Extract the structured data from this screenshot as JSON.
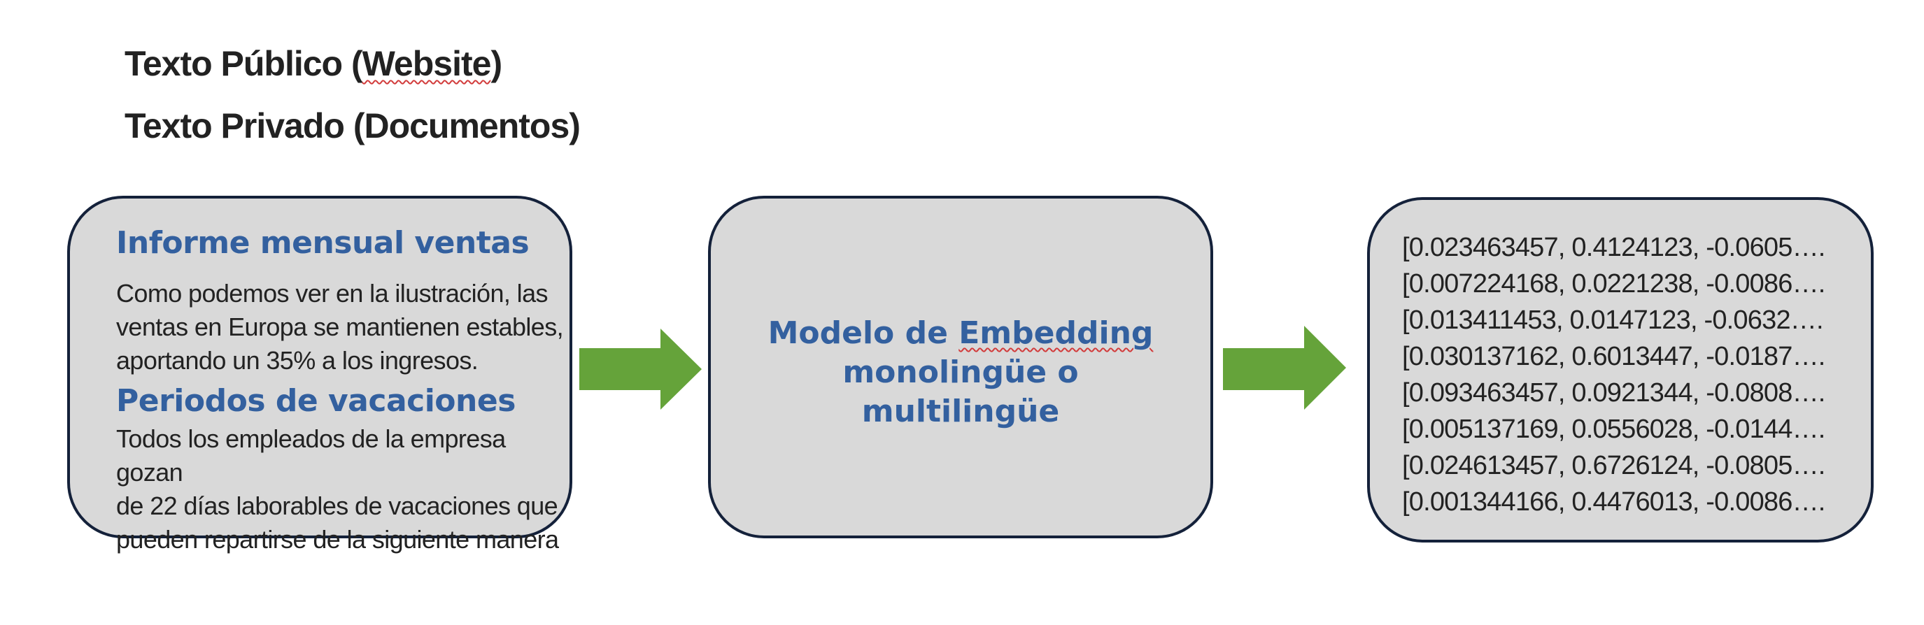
{
  "headings": {
    "public_prefix": "Texto Público (",
    "public_word": "Website",
    "public_suffix": ")",
    "private": "Texto Privado (Documentos)"
  },
  "input_box": {
    "section1_title": "Informe mensual ventas",
    "section1_lines": [
      "Como podemos ver en la ilustración, las",
      "ventas en Europa se mantienen estables,",
      "aportando un 35% a los ingresos."
    ],
    "section2_title": "Periodos de vacaciones",
    "section2_lines": [
      "Todos los empleados de la empresa gozan",
      "de 22 días laborables de vacaciones que",
      "pueden repartirse de la siguiente manera"
    ]
  },
  "model_box": {
    "line1_prefix": "Modelo de ",
    "line1_word": "Embedding",
    "line2": "monolingüe o",
    "line3": "multilingüe"
  },
  "output_box": {
    "vectors": [
      "[0.023463457, 0.4124123, -0.0605….",
      "[0.007224168, 0.0221238, -0.0086….",
      "[0.013411453, 0.0147123, -0.0632….",
      "[0.030137162, 0.6013447, -0.0187….",
      "[0.093463457, 0.0921344, -0.0808….",
      "[0.005137169, 0.0556028, -0.0144….",
      "[0.024613457, 0.6726124, -0.0805….",
      "[0.001344166, 0.4476013, -0.0086…."
    ]
  },
  "colors": {
    "arrow": "#65a33a",
    "box_fill": "#d9d9d9",
    "box_border": "#14213a",
    "title_blue": "#33609f"
  }
}
